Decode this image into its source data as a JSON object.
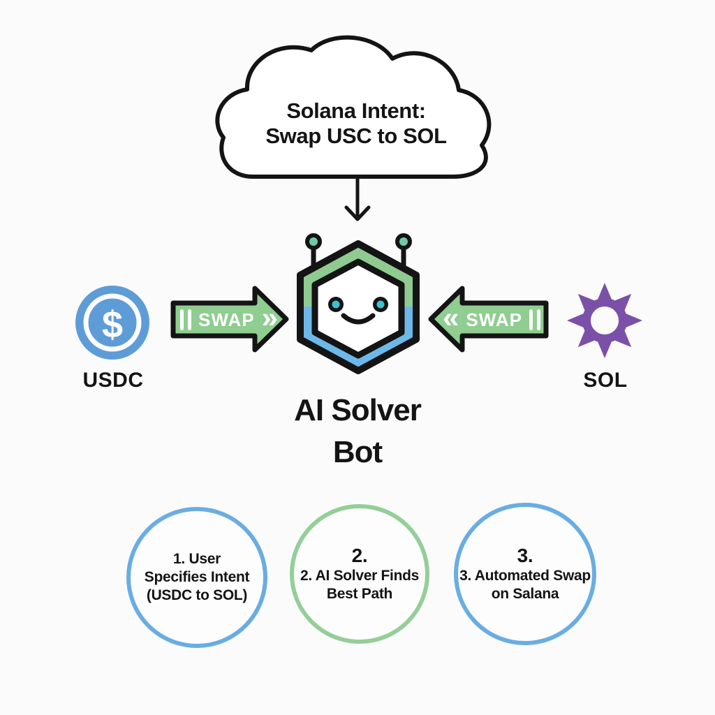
{
  "colors": {
    "arrow_green": "#8FCD90",
    "hex_green": "#8FCB90",
    "hex_blue": "#6DB8E8",
    "antenna_teal": "#6FCBA6",
    "eye_teal": "#3FC1D4",
    "usdc_blue": "#5E9CD8",
    "sol_purple": "#7B50A8",
    "step_blue": "#69ADE2",
    "step_green": "#95CE98",
    "outline_black": "#141414"
  },
  "cloud": {
    "line1": "Solana Intent:",
    "line2": "Swap USC to SOL"
  },
  "left_token": {
    "label": "USDC",
    "symbol": "$"
  },
  "right_token": {
    "label": "SOL"
  },
  "left_arrow": {
    "label": "SWAP",
    "chevron": "»"
  },
  "right_arrow": {
    "label": "SWAP",
    "chevron": "«"
  },
  "bot": {
    "title_line1": "AI Solver",
    "title_line2": "Bot"
  },
  "steps": [
    {
      "lines": [
        "1. User",
        "Specifies Intent",
        "(USDC to SOL)"
      ]
    },
    {
      "lines": [
        "2.",
        "2. AI Solver Finds",
        "Best Path"
      ]
    },
    {
      "lines": [
        "3.",
        "3. Automated Swap",
        "on Salana"
      ]
    }
  ]
}
